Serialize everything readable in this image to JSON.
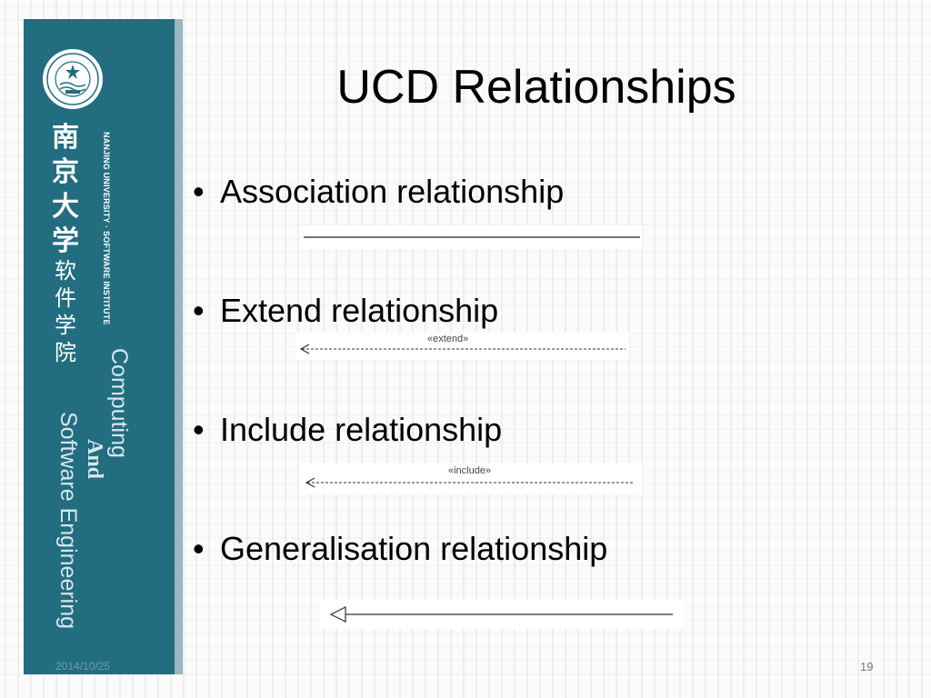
{
  "slide": {
    "title": "UCD Relationships",
    "bullet_symbol": "•",
    "bullets": [
      {
        "label": "Association relationship"
      },
      {
        "label": "Extend relationship",
        "stereotype": "«extend»"
      },
      {
        "label": "Include relationship",
        "stereotype": "«include»"
      },
      {
        "label": "Generalisation relationship"
      }
    ],
    "date": "2014/10/25",
    "page_number": "19"
  },
  "sidebar": {
    "university_cn": "南京大学",
    "institute_cn": "软件学院",
    "university_en": "NANJING UNIVERSITY · SOFTWARE INSTITUTE",
    "motto_computing": "Computing",
    "motto_and": "And",
    "motto_software": "Software Engineering"
  },
  "colors": {
    "sidebar_bg": "#226d80",
    "sidebar_edge": "#9ab6c0"
  }
}
